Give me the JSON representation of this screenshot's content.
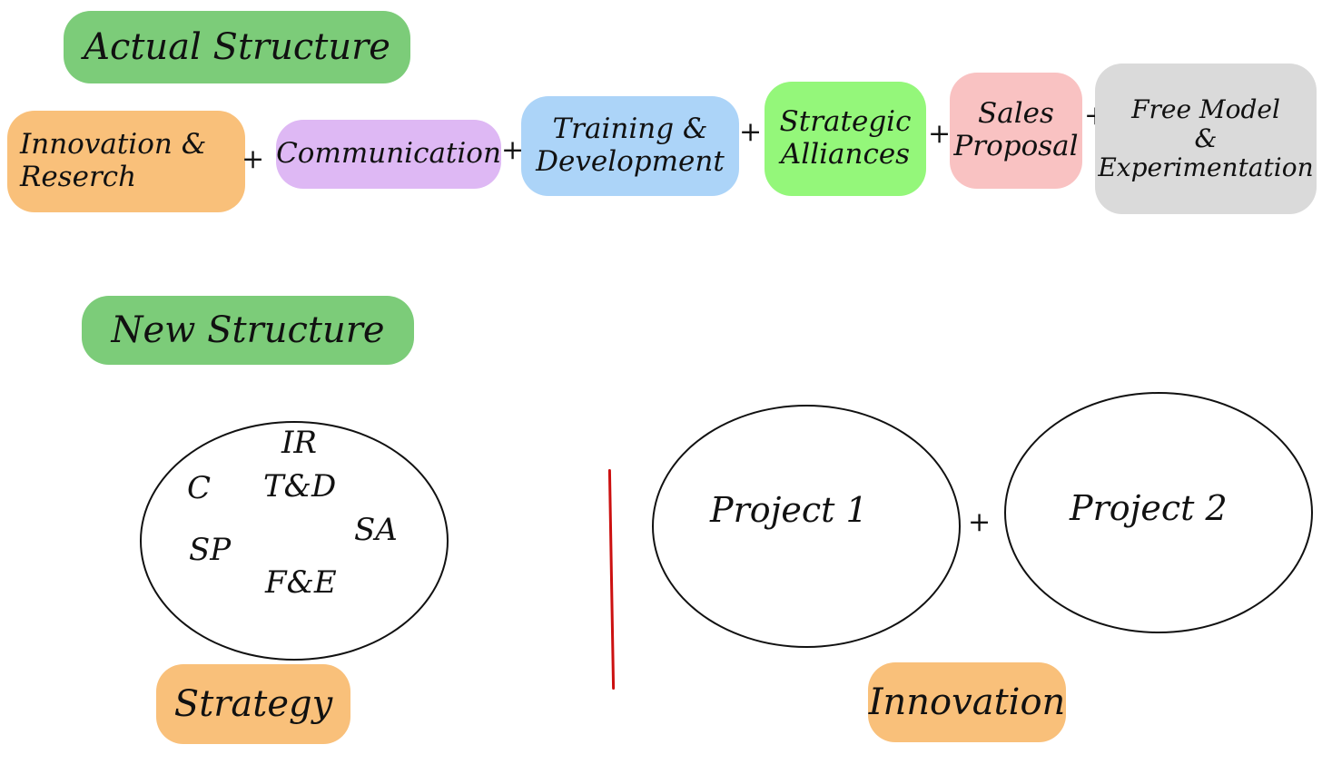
{
  "actual": {
    "title": "Actual Structure",
    "items": [
      {
        "line1": "Innovation &",
        "line2": "Reserch",
        "color": "#f9c07a"
      },
      {
        "line1": "Communication",
        "line2": "",
        "color": "#deb8f4"
      },
      {
        "line1": "Training &",
        "line2": "Development",
        "color": "#acd4f8"
      },
      {
        "line1": "Strategic",
        "line2": "Alliances",
        "color": "#94f77a"
      },
      {
        "line1": "Sales",
        "line2": "Proposal",
        "color": "#f9c2c2"
      },
      {
        "line1": "Free Model",
        "line2": "&",
        "line3": "Experimentation",
        "color": "#dadada"
      }
    ],
    "plus": "+"
  },
  "new": {
    "title": "New Structure",
    "title_color": "#7ccc79",
    "strategy": {
      "abbreviations": [
        "IR",
        "C",
        "T&D",
        "SA",
        "SP",
        "F&E"
      ],
      "label": "Strategy",
      "label_color": "#f9c07a"
    },
    "innovation": {
      "projects": [
        "Project 1",
        "Project 2"
      ],
      "plus": "+",
      "label": "Innovation",
      "label_color": "#f9c07a"
    },
    "divider_color": "#cc1010"
  }
}
